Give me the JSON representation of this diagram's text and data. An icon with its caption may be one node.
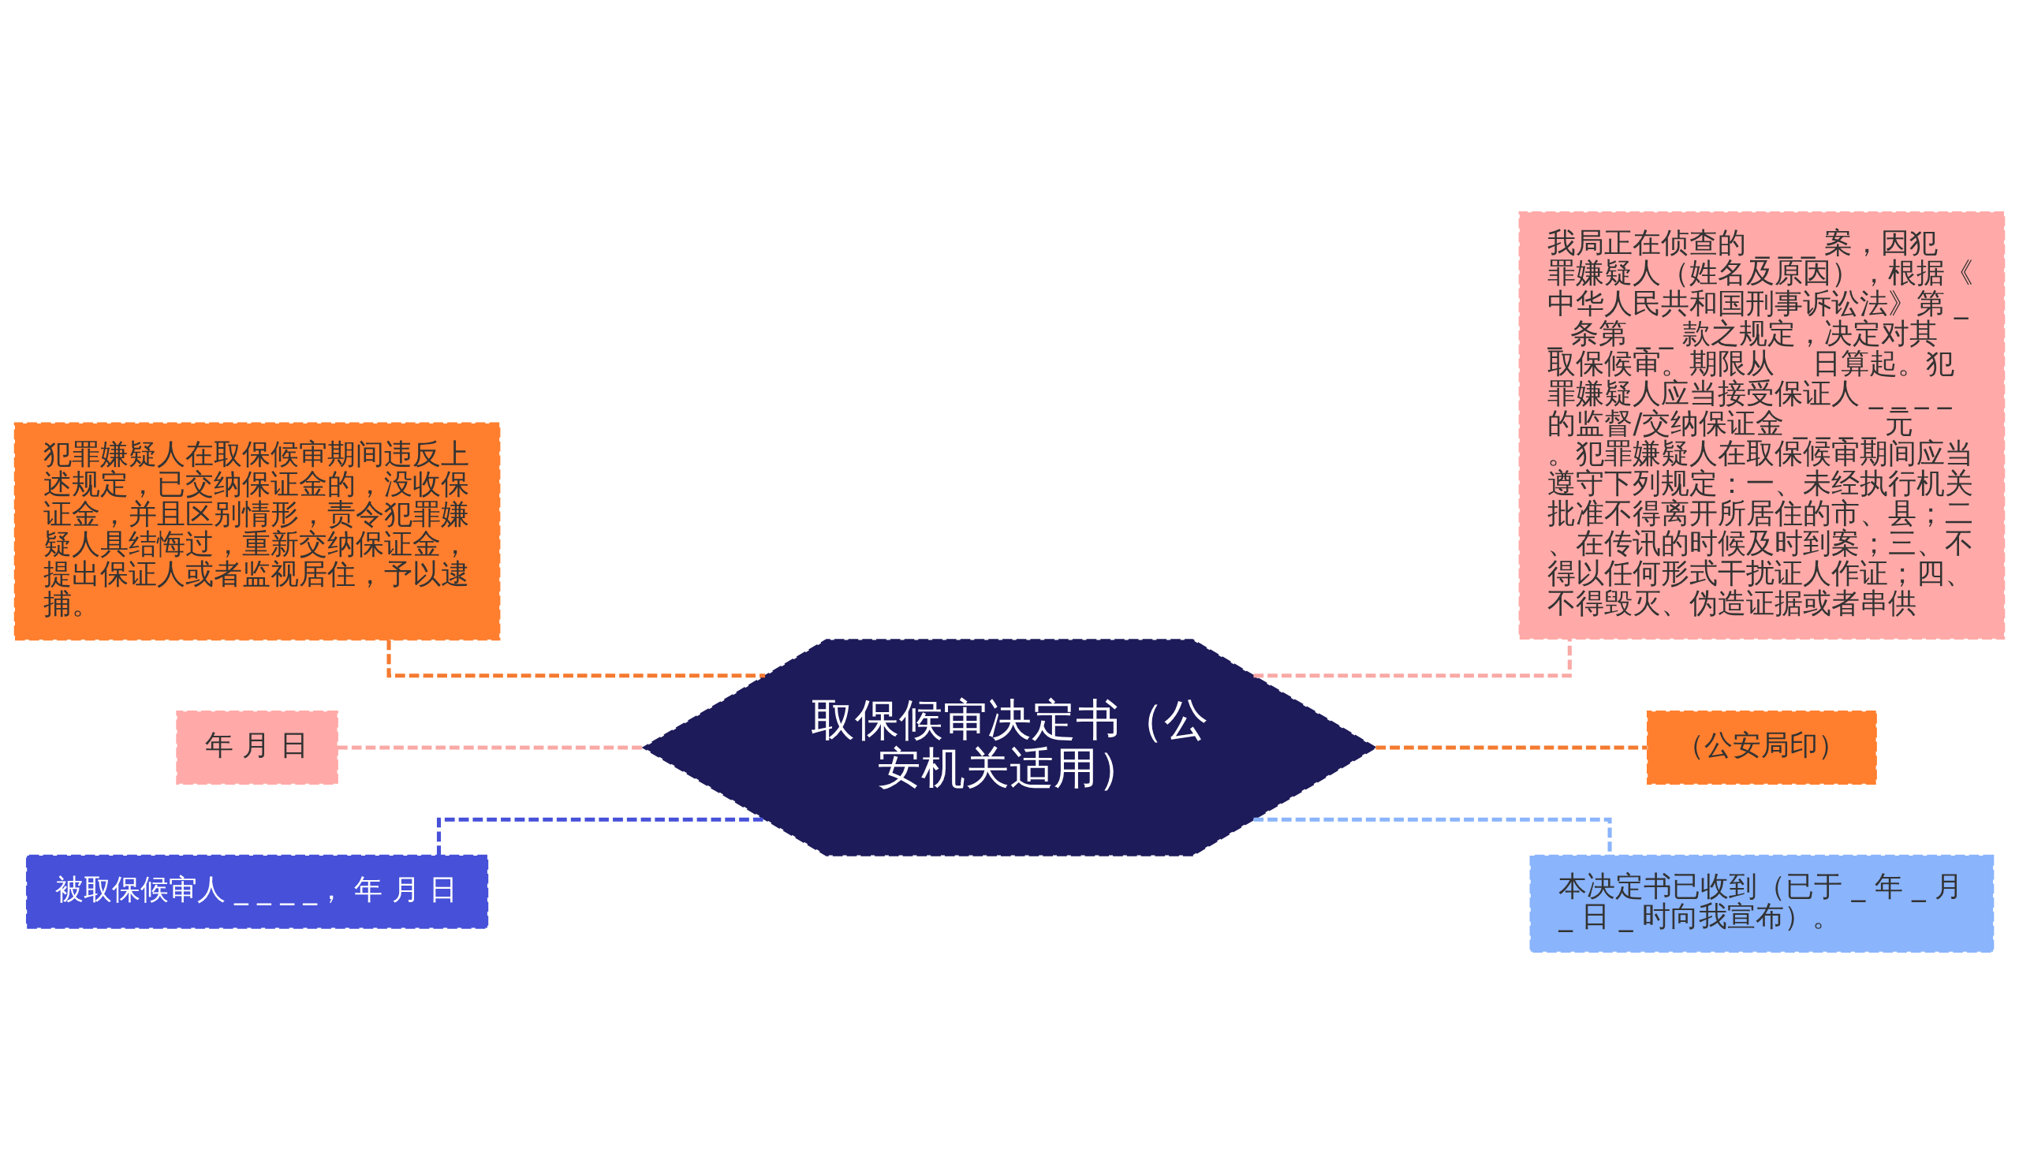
{
  "diagram": {
    "nodes": [
      {
        "text": [
          "取保候审决定书（公安机关适用）"
        ]
      },
      {
        "text": [
          "犯罪嫌疑人在取保候审期间违反上述规定，已交纳保证金的，没收保证金，并且区别情形，责令犯罪嫌疑人具结悔过，重新交纳保证金，提出保证人或者监视居住，予以逮捕。"
        ]
      },
      {
        "text": [
          "年 月 日"
        ]
      },
      {
        "text": [
          "被取保候审人 _ _ _ _， 年 月 日"
        ]
      },
      {
        "text": [
          "我局正在侦查的 _ _ _ 案，因犯罪嫌疑人（姓名及原因），根据《中华人民共和国刑事诉讼法》第 _ _ 条第 _ _ 款之规定，决定对其取保候审。期限从　 日算起。犯罪嫌疑人应当接受保证人 _ _ _ _ 的监督/交纳保证金 _ _ _ _ 元。犯罪嫌疑人在取保候审期间应当遵守下列规定：一、未经执行机关批准不得离开所居住的市、县；二、在传讯的时候及时到案；三、不得以任何形式干扰证人作证；四、不得毁灭、伪造证据或者串供"
        ]
      },
      {
        "text": [
          "（公安局印）"
        ]
      },
      {
        "text": [
          "本决定书已收到（已于 _ 年 _ 月 _ 日 _ 时向我宣布）。"
        ]
      }
    ],
    "edges": [
      {
        "from": 0,
        "to": 1,
        "arrow": "none",
        "style": "dashed",
        "color": "#f47a30"
      },
      {
        "from": 0,
        "to": 2,
        "arrow": "none",
        "style": "dashed",
        "color": "#f9a9a6"
      },
      {
        "from": 0,
        "to": 3,
        "arrow": "none",
        "style": "dashed",
        "color": "#4650d8"
      },
      {
        "from": 0,
        "to": 4,
        "arrow": "none",
        "style": "dashed",
        "color": "#f9a9a6"
      },
      {
        "from": 0,
        "to": 5,
        "arrow": "none",
        "style": "dashed",
        "color": "#f47a30"
      },
      {
        "from": 0,
        "to": 6,
        "arrow": "none",
        "style": "dashed",
        "color": "#8ab4fc"
      }
    ]
  }
}
